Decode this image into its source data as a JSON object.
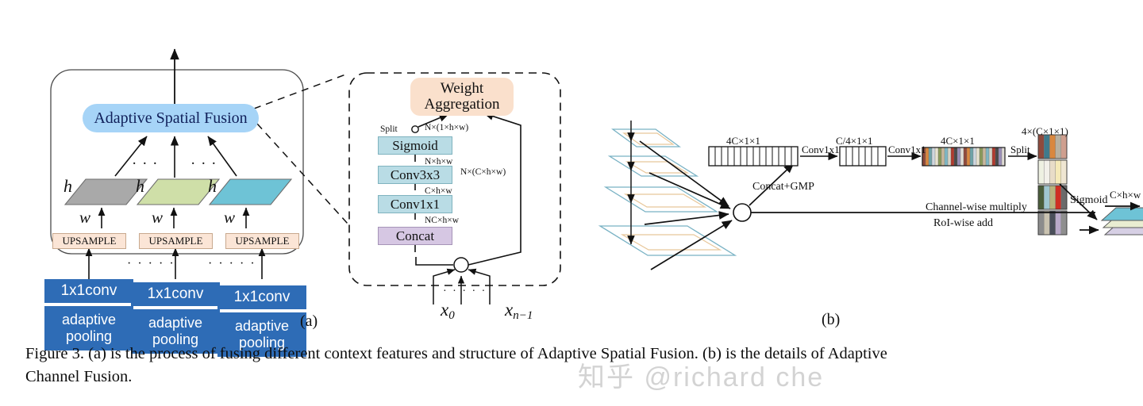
{
  "figure": {
    "caption_line1": "Figure 3. (a) is the process of fusing different context features and structure of Adaptive Spatial Fusion. (b) is the details of Adaptive",
    "caption_line2": "Channel Fusion.",
    "watermark": "知乎 @richard che",
    "panel_a_label": "(a)",
    "panel_b_label": "(b)"
  },
  "panel_a": {
    "fusion_box": "Adaptive Spatial Fusion",
    "branches": [
      {
        "h": "h",
        "w": "w",
        "upsample": "UPSAMPLE",
        "conv": "1x1conv",
        "pool": "adaptive pooling",
        "map_color": "#a9a9a9"
      },
      {
        "h": "h",
        "w": "w",
        "upsample": "UPSAMPLE",
        "conv": "1x1conv",
        "pool": "adaptive pooling",
        "map_color": "#cfdfa8"
      },
      {
        "h": "h",
        "w": "w",
        "upsample": "UPSAMPLE",
        "conv": "1x1conv",
        "pool": "adaptive pooling",
        "map_color": "#6ec3d6"
      }
    ],
    "ellipsis_top": [
      "· · ·",
      "· · ·"
    ],
    "ellipsis_bottom": [
      "· · · · ·",
      "· · · · ·"
    ]
  },
  "panel_asf_detail": {
    "weight_aggregation_line1": "Weight",
    "weight_aggregation_line2": "Aggregation",
    "split_label": "Split",
    "stack": [
      {
        "name": "Sigmoid",
        "out_label": "N×(1×h×w)"
      },
      {
        "name": "Conv3x3",
        "out_label": "N×h×w"
      },
      {
        "name": "Conv1x1",
        "out_label": "C×h×w"
      },
      {
        "name": "Concat",
        "out_label": "NC×h×w"
      }
    ],
    "skip_label": "N×(C×h×w)",
    "input_first": "x",
    "input_first_sub": "0",
    "input_last": "x",
    "input_last_sub": "n−1",
    "input_ellipsis": "· · · · ·"
  },
  "panel_b": {
    "tensor_1_label": "4C×1×1",
    "op_1_label": "Conv1x1",
    "tensor_2_label": "C/4×1×1",
    "op_2_label": "Conv1x1",
    "tensor_3_label": "4C×1×1",
    "split_label": "Split",
    "split_out_label": "4×(C×1×1)",
    "sigmoid_label": "Sigmoid",
    "concat_gmp_label": "Concat+GMP",
    "multiply_label": "Channel-wise multiply",
    "add_label": "RoI-wise add",
    "output_label": "C×h×w",
    "bar3_colors": [
      "#8f4a3c",
      "#d9873f",
      "#6fa3a8",
      "#cfd6de",
      "#e8e3d0",
      "#8a9a5b",
      "#c9b79c",
      "#7fb7c4",
      "#d6d2c4",
      "#b03a2e",
      "#4a4a4a",
      "#9a8fb8",
      "#e0ddd6"
    ],
    "split_block_colors": [
      [
        "#8f4a3c",
        "#3f7a8c",
        "#d9873f",
        "#b8b0a0",
        "#cf9f8f"
      ],
      [
        "#eef1e2",
        "#f2f0ea",
        "#e8dcc8",
        "#f5e9b8",
        "#efe6d2"
      ],
      [
        "#4a5d3a",
        "#9fc6cf",
        "#b9b27c",
        "#cf2f23",
        "#6b6b6b"
      ],
      [
        "#8c8c8c",
        "#c9c2b0",
        "#4a4f5a",
        "#b8a9c9",
        "#8f8f8f"
      ]
    ],
    "output_stack_colors": [
      "#6ec3d6",
      "#e9edd1",
      "#d6cfe4"
    ]
  }
}
